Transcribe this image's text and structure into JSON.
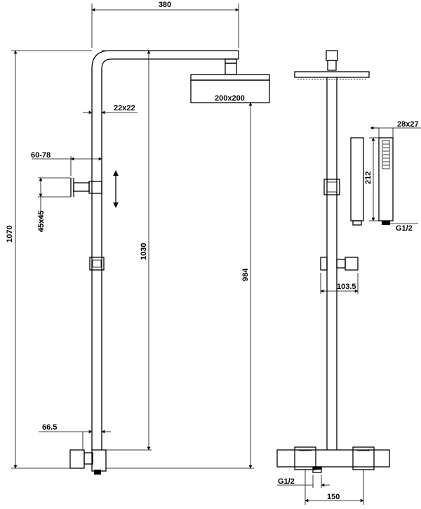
{
  "labels": {
    "arm_length": "380",
    "pipe_section": "22x22",
    "wall_distance": "60-78",
    "bracket_size": "45x45",
    "total_height": "1070",
    "rail_height": "1030",
    "head_height": "984",
    "head_size": "200x200",
    "bottom_offset": "66.5",
    "hand_shower_section": "28x27",
    "hand_shower_length": "212",
    "hand_shower_thread": "G1/2",
    "holder_depth": "103.5",
    "inlet_thread": "G1/2",
    "inlet_spacing": "150"
  }
}
